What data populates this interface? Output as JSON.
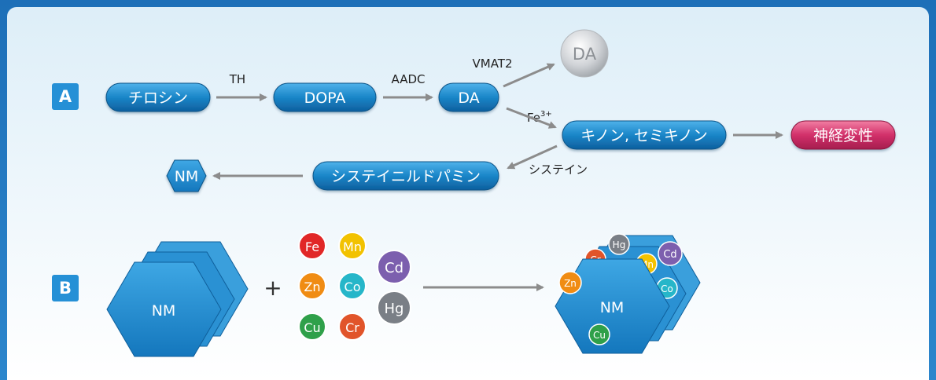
{
  "panel_a": {
    "tag": "A",
    "tyrosine": "チロシン",
    "th": "TH",
    "dopa": "DOPA",
    "aadc": "AADC",
    "da": "DA",
    "vmat2": "VMAT2",
    "da_vesicle": "DA",
    "fe3": "Fe",
    "fe3_sup": "3+",
    "quinone": "キノン, セミキノン",
    "neurodegeneration": "神経変性",
    "cysteine": "システイン",
    "cysteinyl_dopamine": "システイニルドパミン",
    "nm": "NM"
  },
  "panel_b": {
    "tag": "B",
    "nm": "NM",
    "plus": "+",
    "metals": {
      "fe": "Fe",
      "mn": "Mn",
      "cd": "Cd",
      "zn": "Zn",
      "co": "Co",
      "hg": "Hg",
      "cu": "Cu",
      "cr": "Cr"
    },
    "complex_label": "NM",
    "complex_metals": {
      "hg": "Hg",
      "cr": "Cr",
      "cd": "Cd",
      "mn": "Mn",
      "zn": "Zn",
      "co": "Co",
      "cu": "Cu"
    }
  },
  "colors": {
    "pill_blue": "#1a86c8",
    "neuro_pink": "#d2306a",
    "arrow_gray": "#8c8c8c",
    "fe": "#e12727",
    "mn": "#f2c200",
    "cd": "#7c5fae",
    "zn": "#f08c13",
    "co": "#26b6c9",
    "hg": "#7a7f86",
    "cu": "#2fa04a",
    "cr": "#e1542a"
  }
}
